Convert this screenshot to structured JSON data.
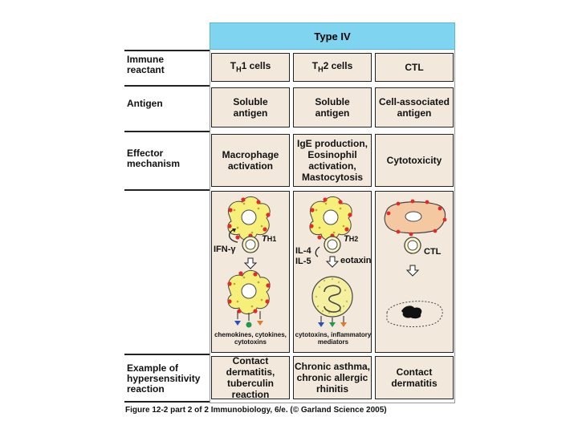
{
  "header": {
    "title": "Type IV"
  },
  "rows": {
    "immune_reactant": "Immune reactant",
    "antigen": "Antigen",
    "effector_mechanism": "Effector mechanism",
    "example": "Example of hypersensitivity reaction"
  },
  "columns": [
    {
      "reactant_base": "T",
      "reactant_sub": "H",
      "reactant_rest": "1 cells",
      "antigen": "Soluble antigen",
      "effector": "Macrophage activation",
      "example": "Contact dermatitis, tuberculin reaction",
      "cell_label": "H1",
      "cytokine": "IFN-γ",
      "products": "chemokines, cytokines, cytotoxins"
    },
    {
      "reactant_base": "T",
      "reactant_sub": "H",
      "reactant_rest": "2 cells",
      "antigen": "Soluble antigen",
      "effector": "IgE production, Eosinophil activation, Mastocytosis",
      "example": "Chronic asthma, chronic allergic rhinitis",
      "cell_label": "H2",
      "cytokine_a": "IL-4",
      "cytokine_b": "IL-5",
      "cytokine_c": "eotaxin",
      "products": "cytotoxins, inflammatory mediators"
    },
    {
      "reactant": "CTL",
      "antigen": "Cell-associated antigen",
      "effector": "Cytotoxicity",
      "example": "Contact dermatitis",
      "cell_label": "CTL"
    }
  ],
  "caption": "Figure 12-2 part 2 of 2  Immunobiology, 6/e. (© Garland Science 2005)",
  "colors": {
    "header_bg": "#7fd4ef",
    "cell_bg": "#f2e9dc",
    "macrophage": "#f6ef7a",
    "antigen_dot": "#e22a2a",
    "target_cell": "#f4c8a0",
    "lymphocyte": "#fff8c8"
  }
}
